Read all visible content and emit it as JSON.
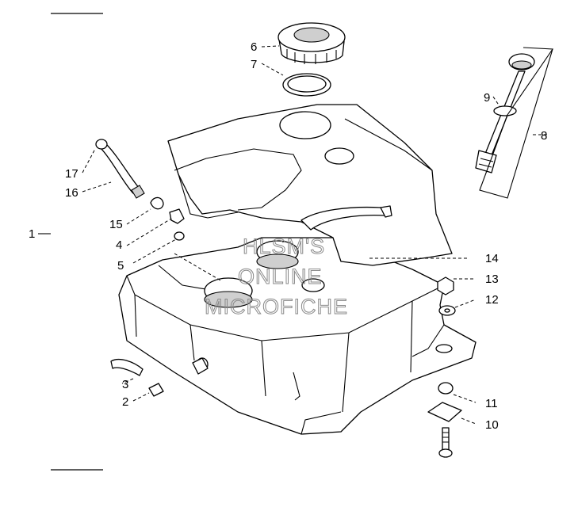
{
  "callouts": {
    "c1": "1",
    "c2": "2",
    "c3": "3",
    "c4": "4",
    "c5": "5",
    "c6": "6",
    "c7": "7",
    "c8": "8",
    "c9": "9",
    "c10": "10",
    "c11": "11",
    "c12": "12",
    "c13": "13",
    "c14": "14",
    "c15": "15",
    "c16": "16",
    "c17": "17"
  },
  "watermark": {
    "line1": "HLSM'S",
    "line2": "ONLINE",
    "line3": "MICROFICHE"
  }
}
